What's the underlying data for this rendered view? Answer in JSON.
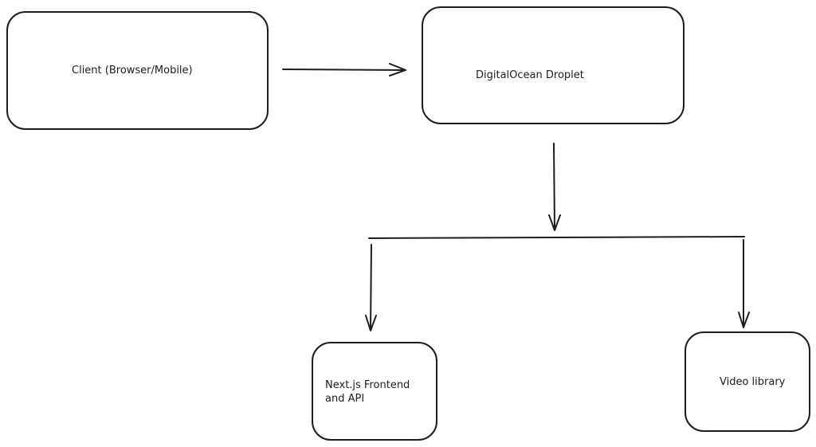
{
  "diagram": {
    "nodes": {
      "client": {
        "label": "Client (Browser/Mobile)"
      },
      "droplet": {
        "label": "DigitalOcean Droplet"
      },
      "nextjs": {
        "label": "Next.js Frontend and API"
      },
      "video": {
        "label": "Video library"
      }
    },
    "edges": [
      {
        "from": "client",
        "to": "droplet"
      },
      {
        "from": "droplet",
        "to": "nextjs"
      },
      {
        "from": "droplet",
        "to": "video"
      }
    ],
    "colors": {
      "stroke": "#1e1e1e",
      "background": "#ffffff"
    }
  }
}
